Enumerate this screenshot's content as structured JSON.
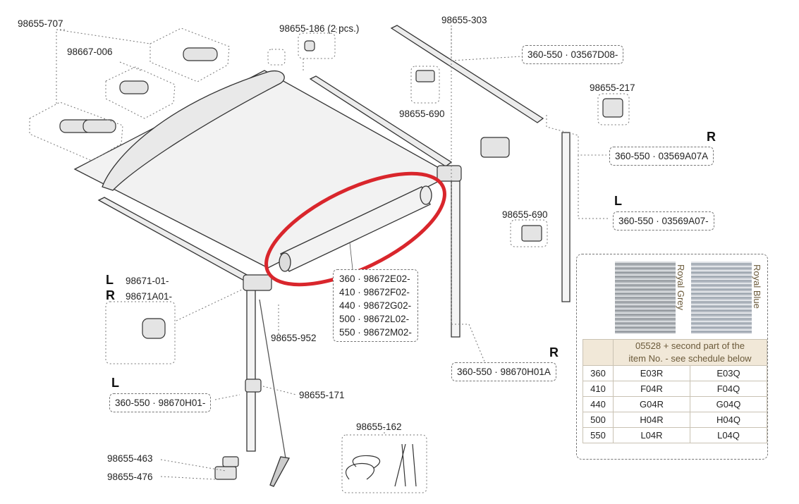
{
  "parts": {
    "p707": "98655-707",
    "p006": "98667-006",
    "p186": "98655-186 (2 pcs.)",
    "p303": "98655-303",
    "p567": "360-550 · 03567D08-",
    "p217": "98655-217",
    "p690a": "98655-690",
    "p690b": "98655-690",
    "p569r": "360-550 · 03569A07A",
    "p569l": "360-550 · 03569A07-",
    "p01l": "98671-01-",
    "p01r": "98671A01-",
    "p952": "98655-952",
    "p171": "98655-171",
    "p162": "98655-162",
    "p463": "98655-463",
    "p476": "98655-476",
    "ph01r": "360-550 · 98670H01A",
    "ph01l": "360-550 · 98670H01-"
  },
  "side_marks": {
    "r1": "R",
    "l1": "L",
    "l2": "L",
    "r2": "R",
    "r3": "R",
    "l3": "L"
  },
  "tube_list": [
    "360 · 98672E02-",
    "410 · 98672F02-",
    "440 · 98672G02-",
    "500 · 98672L02-",
    "550 · 98672M02-"
  ],
  "schedule": {
    "colors": [
      "Royal Grey",
      "Royal Blue"
    ],
    "header_line1": "05528 + second part of the",
    "header_line2": "item No. - see schedule below",
    "rows": [
      {
        "size": "360",
        "grey": "E03R",
        "blue": "E03Q"
      },
      {
        "size": "410",
        "grey": "F04R",
        "blue": "F04Q"
      },
      {
        "size": "440",
        "grey": "G04R",
        "blue": "G04Q"
      },
      {
        "size": "500",
        "grey": "H04R",
        "blue": "H04Q"
      },
      {
        "size": "550",
        "grey": "L04R",
        "blue": "L04Q"
      }
    ]
  },
  "colors": {
    "highlight": "#d9262c",
    "line": "#333333",
    "table_header": "#f1e8d8"
  }
}
